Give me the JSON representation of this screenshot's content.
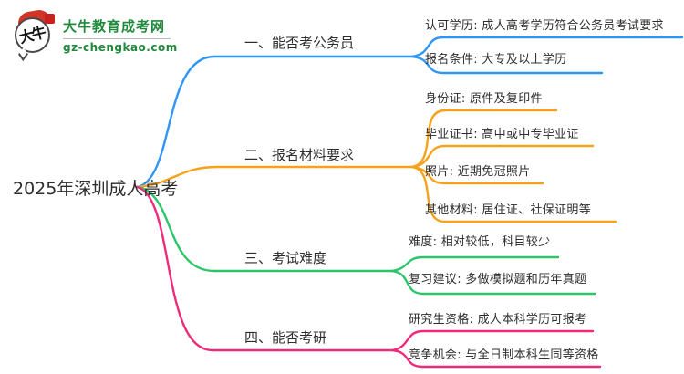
{
  "logo": {
    "mark_text": "大牛",
    "title": "大牛教育成考网",
    "url": "gz-chengkao.com",
    "brand_green": "#1f8a3b",
    "seal_red": "#c9201d"
  },
  "root": {
    "label": "2025年深圳成人高考"
  },
  "branches": [
    {
      "label": "一、能否考公务员",
      "color": "#2e96f5",
      "children": [
        {
          "text": "认可学历: 成人高考学历符合公务员考试要求"
        },
        {
          "text": "报名条件: 大专及以上学历"
        }
      ]
    },
    {
      "label": "二、报名材料要求",
      "color": "#f7a21b",
      "children": [
        {
          "text": "身份证: 原件及复印件"
        },
        {
          "text": "毕业证书: 高中或中专毕业证"
        },
        {
          "text": "照片: 近期免冠照片"
        },
        {
          "text": "其他材料: 居住证、社保证明等"
        }
      ]
    },
    {
      "label": "三、考试难度",
      "color": "#2cc56a",
      "children": [
        {
          "text": "难度: 相对较低，科目较少"
        },
        {
          "text": "复习建议: 多做模拟题和历年真题"
        }
      ]
    },
    {
      "label": "四、能否考研",
      "color": "#ef2a7b",
      "children": [
        {
          "text": "研究生资格: 成人本科学历可报考"
        },
        {
          "text": "竞争机会: 与全日制本科生同等资格"
        }
      ]
    }
  ]
}
